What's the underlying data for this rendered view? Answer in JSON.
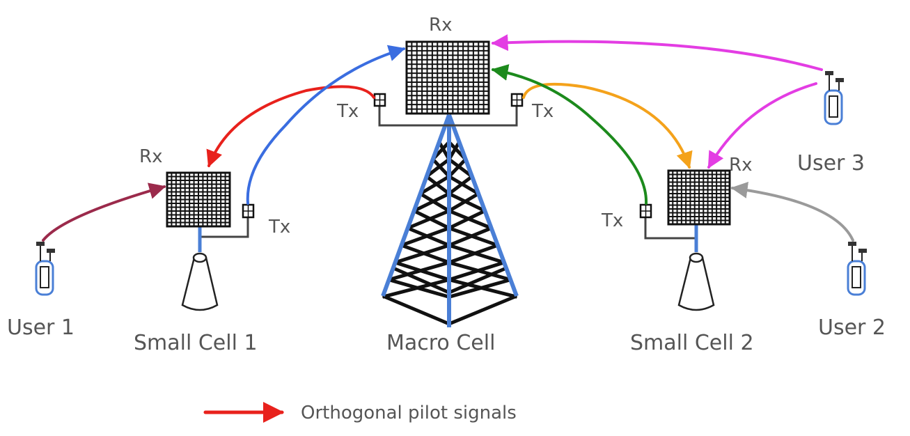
{
  "labels": {
    "macro_rx": "Rx",
    "macro_tx_left": "Tx",
    "macro_tx_right": "Tx",
    "sc1_rx": "Rx",
    "sc1_tx": "Tx",
    "sc2_rx": "Rx",
    "sc2_tx": "Tx",
    "user1": "User 1",
    "user2": "User 2",
    "user3": "User 3",
    "small_cell_1": "Small Cell 1",
    "macro_cell": "Macro Cell",
    "small_cell_2": "Small Cell 2"
  },
  "legend": {
    "label": "Orthogonal pilot signals",
    "color": "#e8211c"
  },
  "colors": {
    "user1_link": "#9b2a4b",
    "macro_to_sc1": "#e8211c",
    "sc1_to_macro": "#3a6de0",
    "user3_links": "#e33de3",
    "macro_to_sc2": "#f4a21b",
    "sc2_to_macro": "#1c8a1c",
    "user2_link": "#9a9a9a",
    "mast": "#4a7fd6"
  }
}
